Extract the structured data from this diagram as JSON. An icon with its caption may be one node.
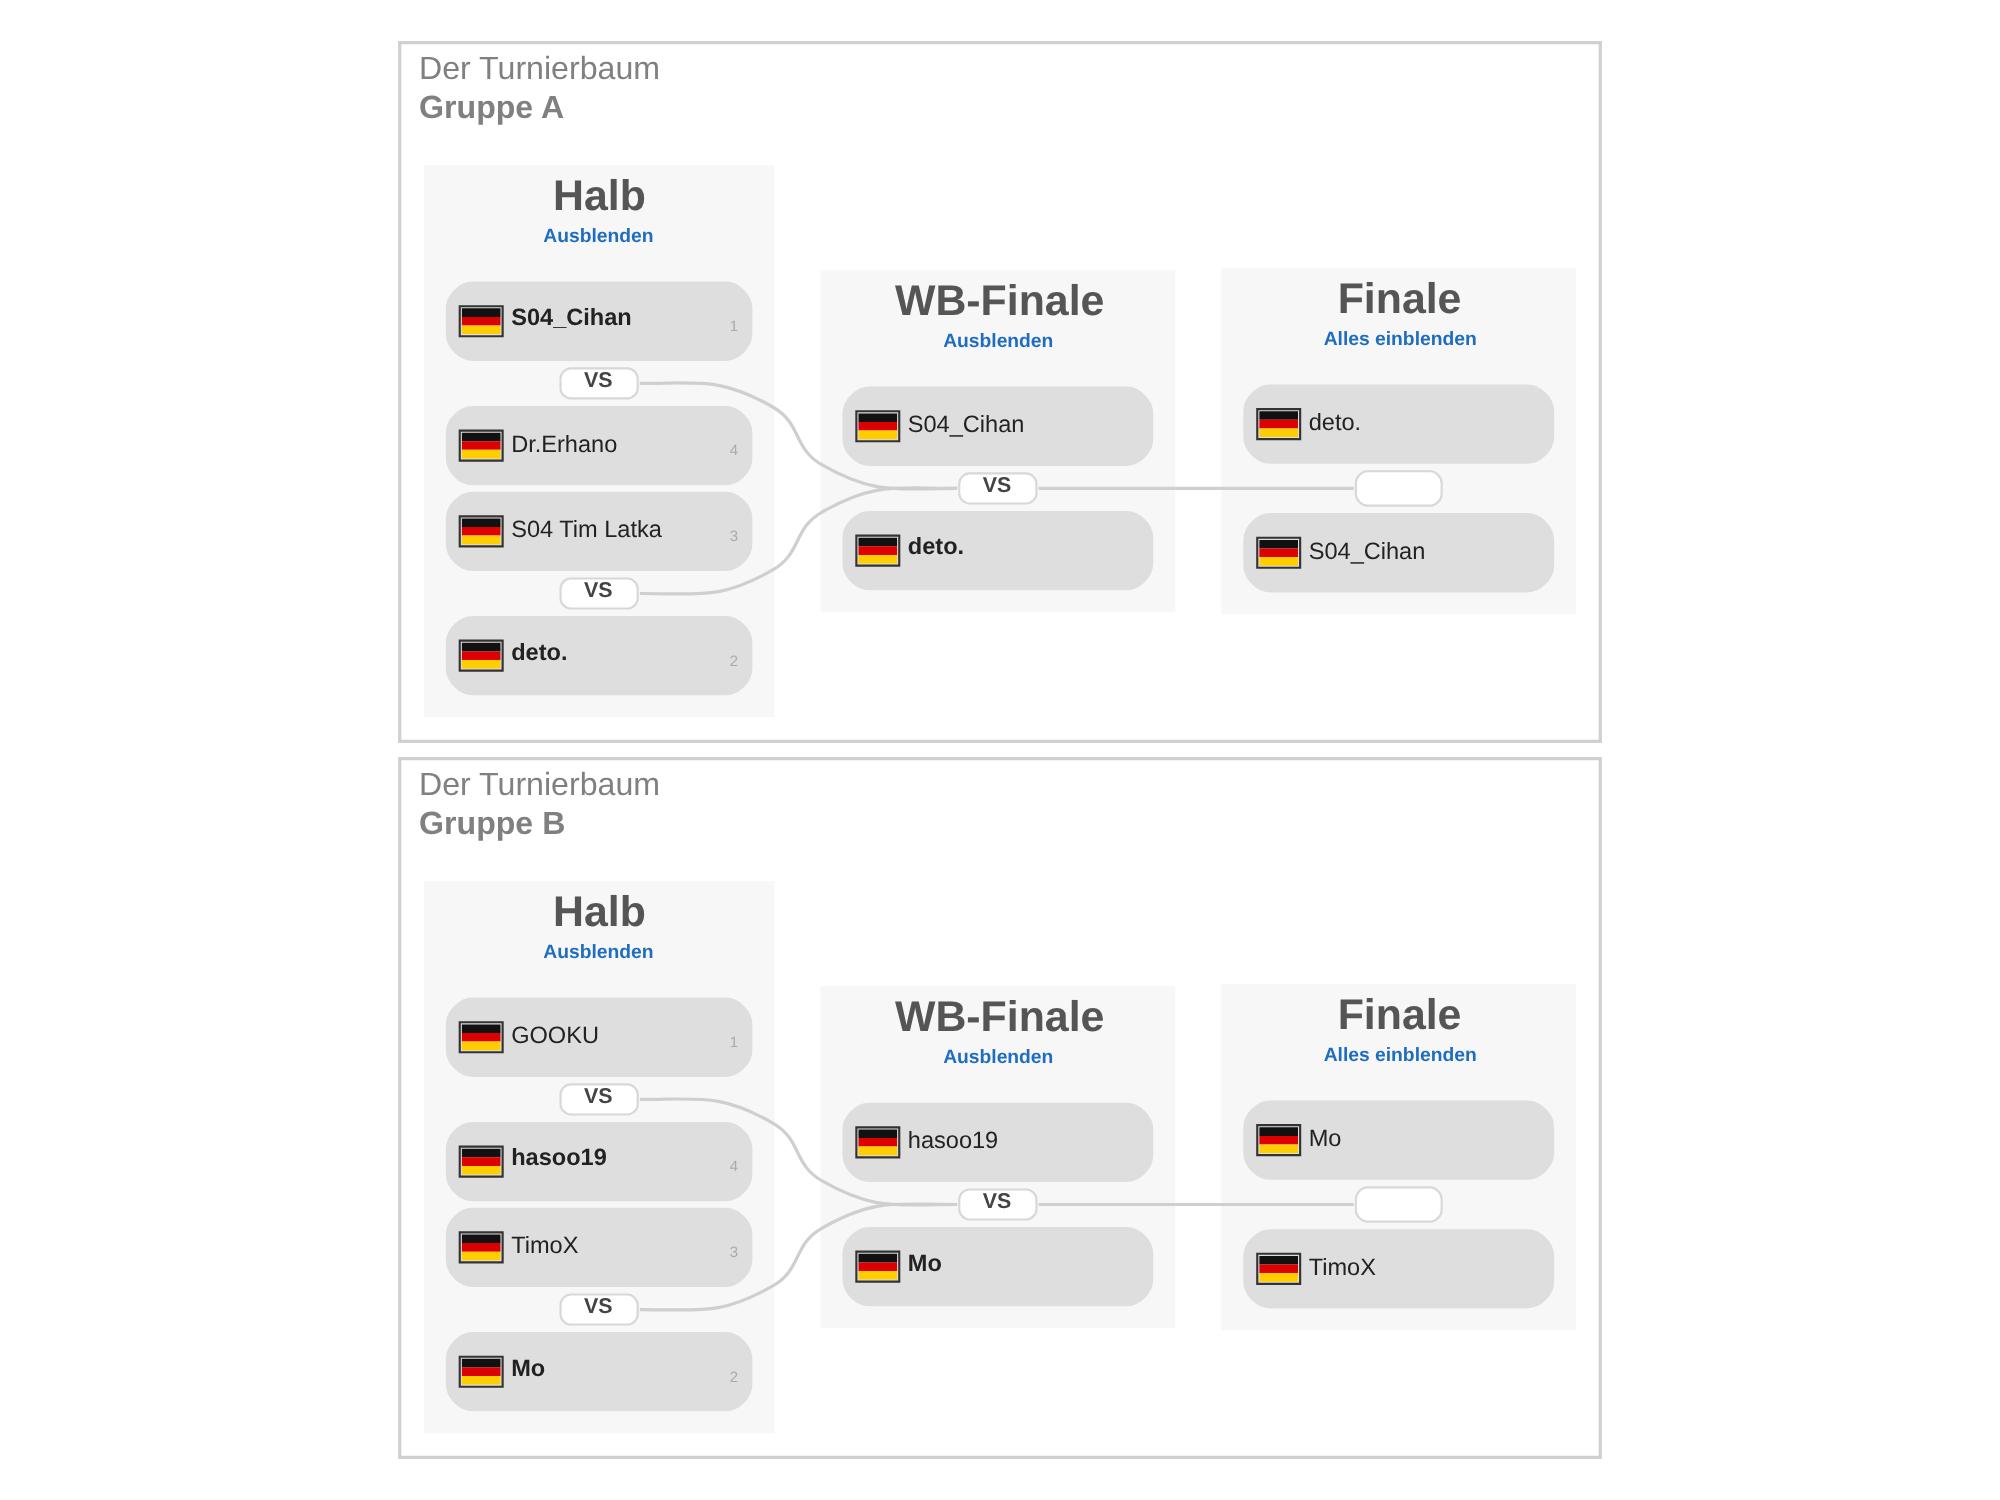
{
  "diagram": {
    "nodes": [
      {
        "text": [
          "Der Turnierbaum",
          "Gruppe A"
        ]
      },
      {
        "text": [
          "Halb",
          "Ausblenden"
        ],
        "in": 0
      },
      {
        "text": [
          "S04_Cihan",
          "1"
        ],
        "in": 1
      },
      {
        "text": [
          "VS"
        ],
        "in": 1
      },
      {
        "text": [
          "Dr.Erhano",
          "4"
        ],
        "in": 1
      },
      {
        "text": [
          "S04 Tim Latka",
          "3"
        ],
        "in": 1
      },
      {
        "text": [
          "VS"
        ],
        "in": 1
      },
      {
        "text": [
          "deto.",
          "2"
        ],
        "in": 1
      },
      {
        "text": [
          "WB-Finale",
          "Ausblenden"
        ],
        "in": 0
      },
      {
        "text": [
          "S04_Cihan"
        ],
        "in": 8
      },
      {
        "text": [
          "VS"
        ],
        "in": 8
      },
      {
        "text": [
          "deto."
        ],
        "in": 8
      },
      {
        "text": [
          "Finale",
          "Alles einblenden"
        ],
        "in": 0
      },
      {
        "text": [
          "deto."
        ],
        "in": 12
      },
      {
        "text": [],
        "shape": "box",
        "in": 12
      },
      {
        "text": [
          "S04_Cihan"
        ],
        "in": 12
      },
      {
        "text": [
          "Der Turnierbaum",
          "Gruppe B"
        ]
      },
      {
        "text": [
          "Halb",
          "Ausblenden"
        ],
        "in": 16
      },
      {
        "text": [
          "GOOKU",
          "1"
        ],
        "in": 17
      },
      {
        "text": [
          "VS"
        ],
        "in": 17
      },
      {
        "text": [
          "hasoo19",
          "4"
        ],
        "in": 17
      },
      {
        "text": [
          "TimoX",
          "3"
        ],
        "in": 17
      },
      {
        "text": [
          "VS"
        ],
        "in": 17
      },
      {
        "text": [
          "Mo",
          "2"
        ],
        "in": 17
      },
      {
        "text": [
          "WB-Finale",
          "Ausblenden"
        ],
        "in": 16
      },
      {
        "text": [
          "hasoo19"
        ],
        "in": 24
      },
      {
        "text": [
          "VS"
        ],
        "in": 24
      },
      {
        "text": [
          "Mo"
        ],
        "in": 24
      },
      {
        "text": [
          "Finale",
          "Alles einblenden"
        ],
        "in": 16
      },
      {
        "text": [
          "Mo"
        ],
        "in": 28
      },
      {
        "text": [],
        "shape": "box",
        "in": 28
      },
      {
        "text": [
          "TimoX"
        ],
        "in": 28
      }
    ],
    "edges": [
      {
        "from": 3,
        "to": 10,
        "arrow": "none"
      },
      {
        "from": 6,
        "to": 10,
        "arrow": "none"
      },
      {
        "from": 10,
        "to": 14,
        "arrow": "none"
      },
      {
        "from": 19,
        "to": 26,
        "arrow": "none"
      },
      {
        "from": 22,
        "to": 26,
        "arrow": "none"
      },
      {
        "from": 26,
        "to": 30,
        "arrow": "none"
      }
    ]
  }
}
